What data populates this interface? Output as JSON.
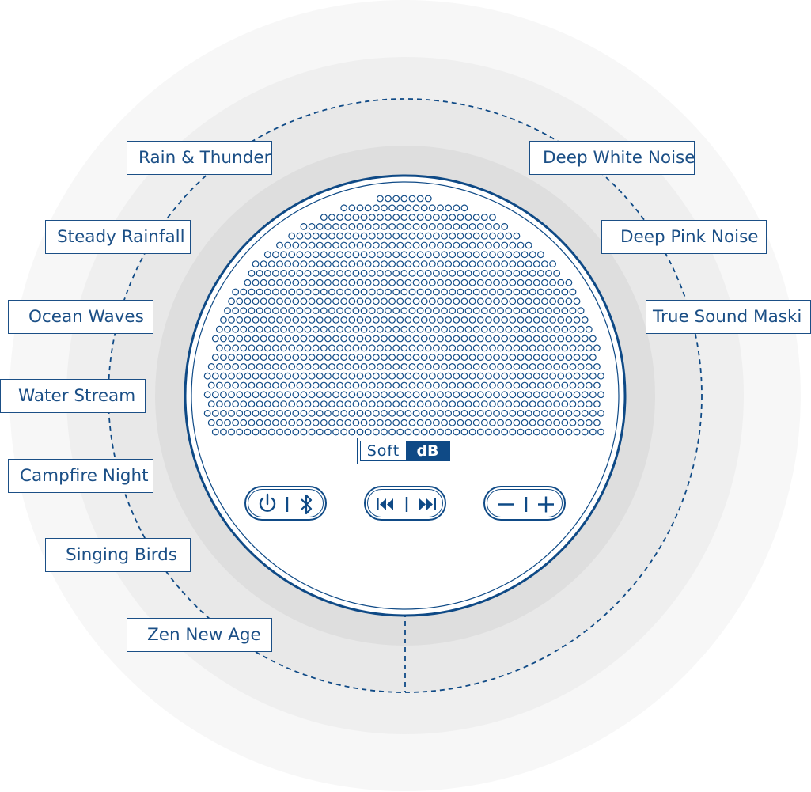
{
  "sounds_left": [
    {
      "label": "Rain & Thunder"
    },
    {
      "label": "Steady Rainfall"
    },
    {
      "label": "Ocean Waves"
    },
    {
      "label": "Water Stream"
    },
    {
      "label": "Campfire Night"
    },
    {
      "label": "Singing Birds"
    },
    {
      "label": "Zen New Age"
    }
  ],
  "sounds_right": [
    {
      "label": "Deep White Noise"
    },
    {
      "label": "Deep Pink Noise"
    },
    {
      "label": "True Sound Maski"
    }
  ],
  "logo": {
    "brand_left": "Soft",
    "brand_right": "dB"
  },
  "controls": [
    {
      "name": "power-bluetooth",
      "icons": [
        "power-icon",
        "bluetooth-icon"
      ]
    },
    {
      "name": "prev-next",
      "icons": [
        "skip-back-icon",
        "skip-forward-icon"
      ]
    },
    {
      "name": "volume",
      "icons": [
        "minus-icon",
        "plus-icon"
      ]
    }
  ],
  "colors": {
    "primary": "#0f4a86",
    "label_text": "#1b4f86"
  }
}
